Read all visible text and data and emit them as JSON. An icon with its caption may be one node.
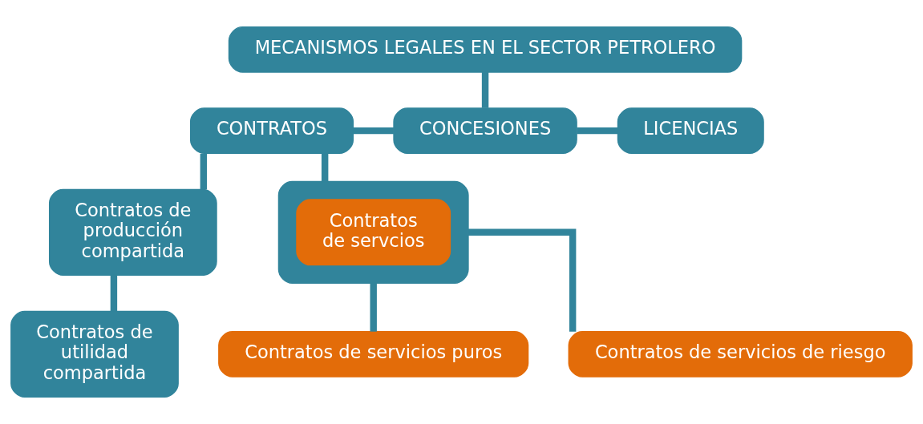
{
  "diagram": {
    "nodes": [
      {
        "text": [
          "MECANISMOS LEGALES EN EL SECTOR PETROLERO"
        ]
      },
      {
        "text": [
          "CONTRATOS"
        ]
      },
      {
        "text": [
          "CONCESIONES"
        ]
      },
      {
        "text": [
          "LICENCIAS"
        ]
      },
      {
        "text": [
          "Contratos de producción compartida"
        ]
      },
      {
        "text": [],
        "shape": "box"
      },
      {
        "text": [
          "Contratos de servcios"
        ],
        "in": 5
      },
      {
        "text": [
          "Contratos de servicios puros"
        ]
      },
      {
        "text": [
          "Contratos de servicios de riesgo"
        ]
      },
      {
        "text": [
          "Contratos de utilidad compartida"
        ]
      }
    ],
    "edges": [
      {
        "from": 0,
        "to": 2,
        "arrow": "none"
      },
      {
        "from": 1,
        "to": 2,
        "arrow": "none"
      },
      {
        "from": 2,
        "to": 3,
        "arrow": "none"
      },
      {
        "from": 1,
        "to": 4,
        "arrow": "none"
      },
      {
        "from": 1,
        "to": 5,
        "arrow": "none"
      },
      {
        "from": 5,
        "to": 7,
        "arrow": "none"
      },
      {
        "from": 5,
        "to": 8,
        "arrow": "none"
      },
      {
        "from": 4,
        "to": 9,
        "arrow": "none"
      }
    ]
  }
}
